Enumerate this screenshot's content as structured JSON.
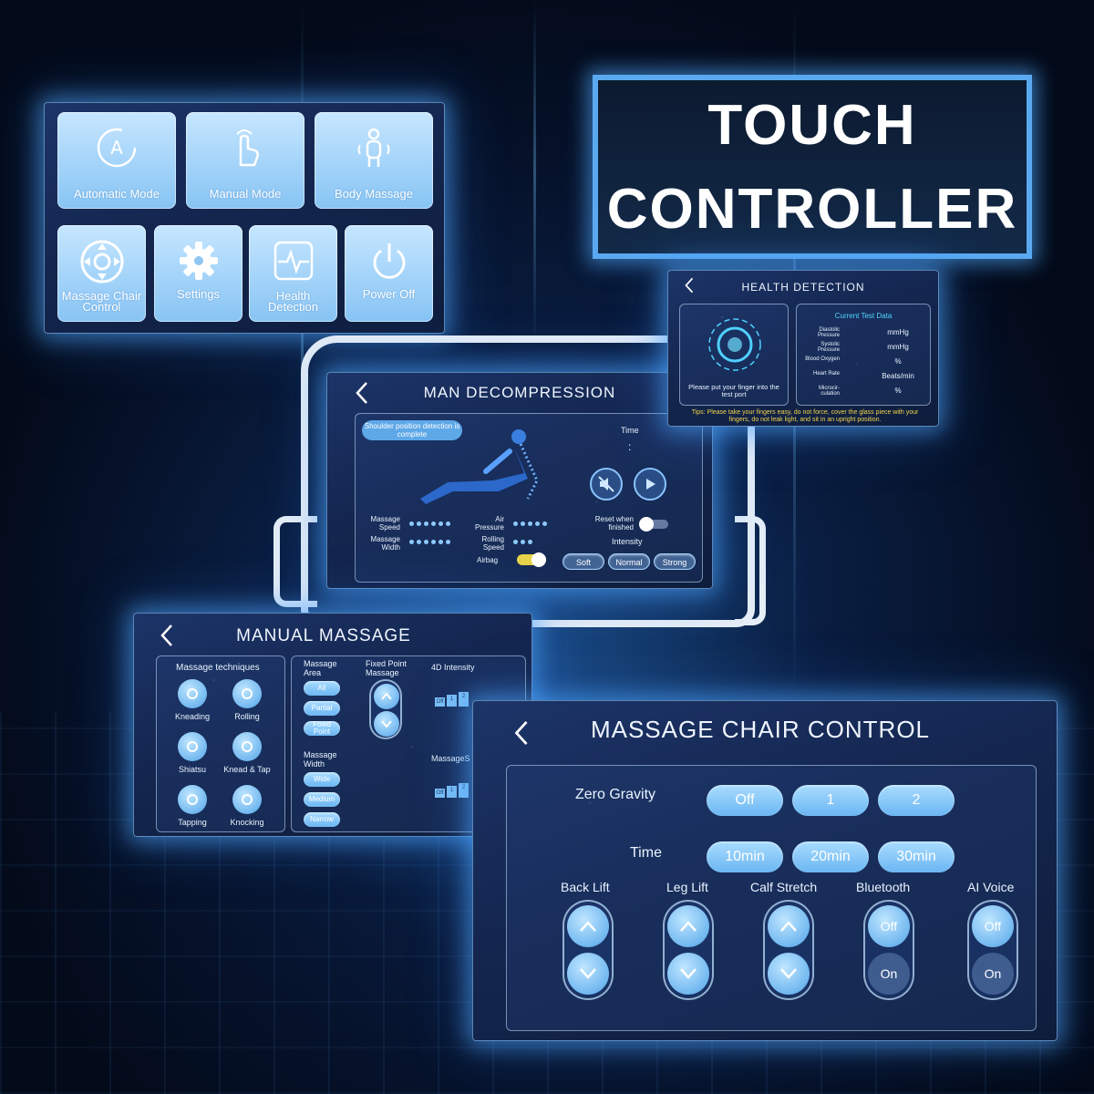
{
  "banner": {
    "line1": "TOUCH",
    "line2": "CONTROLLER"
  },
  "main_menu": {
    "tiles": [
      {
        "label": "Automatic Mode",
        "icon": "auto-mode-icon"
      },
      {
        "label": "Manual Mode",
        "icon": "hand-touch-icon"
      },
      {
        "label": "Body Massage",
        "icon": "body-icon"
      },
      {
        "label": "Massage Chair Control",
        "icon": "dpad-icon"
      },
      {
        "label": "Settings",
        "icon": "gear-icon"
      },
      {
        "label": "Health Detection",
        "icon": "pulse-icon"
      },
      {
        "label": "Power Off",
        "icon": "power-icon"
      }
    ]
  },
  "health": {
    "title": "HEALTH DETECTION",
    "instruction": "Please put your finger into the test port",
    "current_title": "Current Test Data",
    "rows": [
      {
        "label": "Diastolic Pressure",
        "unit": "mmHg"
      },
      {
        "label": "Systolic Pressure",
        "unit": "mmHg"
      },
      {
        "label": "Blood Oxygen",
        "unit": "%"
      },
      {
        "label": "Heart Rate",
        "unit": "Beats/min"
      },
      {
        "label": "Microcir-culation",
        "unit": "%"
      }
    ],
    "tips": "Tips: Please take your fingers easy, do not force, cover the glass piece with your fingers, do not leak light, and sit in an upright position."
  },
  "decompression": {
    "title": "MAN DECOMPRESSION",
    "status_badge": "Shoulder position detection is complete",
    "time_label": "Time",
    "time_value": ":",
    "massage_speed": "Massage Speed",
    "massage_width": "Massage Width",
    "air_pressure": "Air Pressure",
    "rolling_speed": "Rolling Speed",
    "airbag": "Airbag",
    "reset_when_finished": "Reset when finished",
    "intensity": "Intensity",
    "intensity_options": [
      "Soft",
      "Normal",
      "Strong"
    ]
  },
  "manual_massage": {
    "title": "MANUAL MASSAGE",
    "techniques_title": "Massage techniques",
    "techniques": [
      "Kneading",
      "Rolling",
      "Shiatsu",
      "Knead & Tap",
      "Tapping",
      "Knocking"
    ],
    "area_title": "Massage Area",
    "area_options": [
      "All",
      "Partial",
      "Fixed Point"
    ],
    "fixed_point_title": "Fixed Point Massage",
    "width_title": "Massage Width",
    "width_options": [
      "Wide",
      "Medium",
      "Narrow"
    ],
    "intensity_title": "4D Intensity",
    "speed_title": "MassageS",
    "level_labels": [
      "Off",
      "1",
      "2"
    ]
  },
  "chair_control": {
    "title": "MASSAGE CHAIR CONTROL",
    "zero_gravity_label": "Zero Gravity",
    "zero_gravity_options": [
      "Off",
      "1",
      "2"
    ],
    "time_label": "Time",
    "time_options": [
      "10min",
      "20min",
      "30min"
    ],
    "back_lift": "Back Lift",
    "leg_lift": "Leg Lift",
    "calf_stretch": "Calf Stretch",
    "bluetooth": "Bluetooth",
    "ai_voice": "AI Voice",
    "off_label": "Off",
    "on_label": "On"
  },
  "colors": {
    "accent": "#6bb6f3",
    "glow": "#50aaff",
    "panel_bg": "#14264f"
  }
}
